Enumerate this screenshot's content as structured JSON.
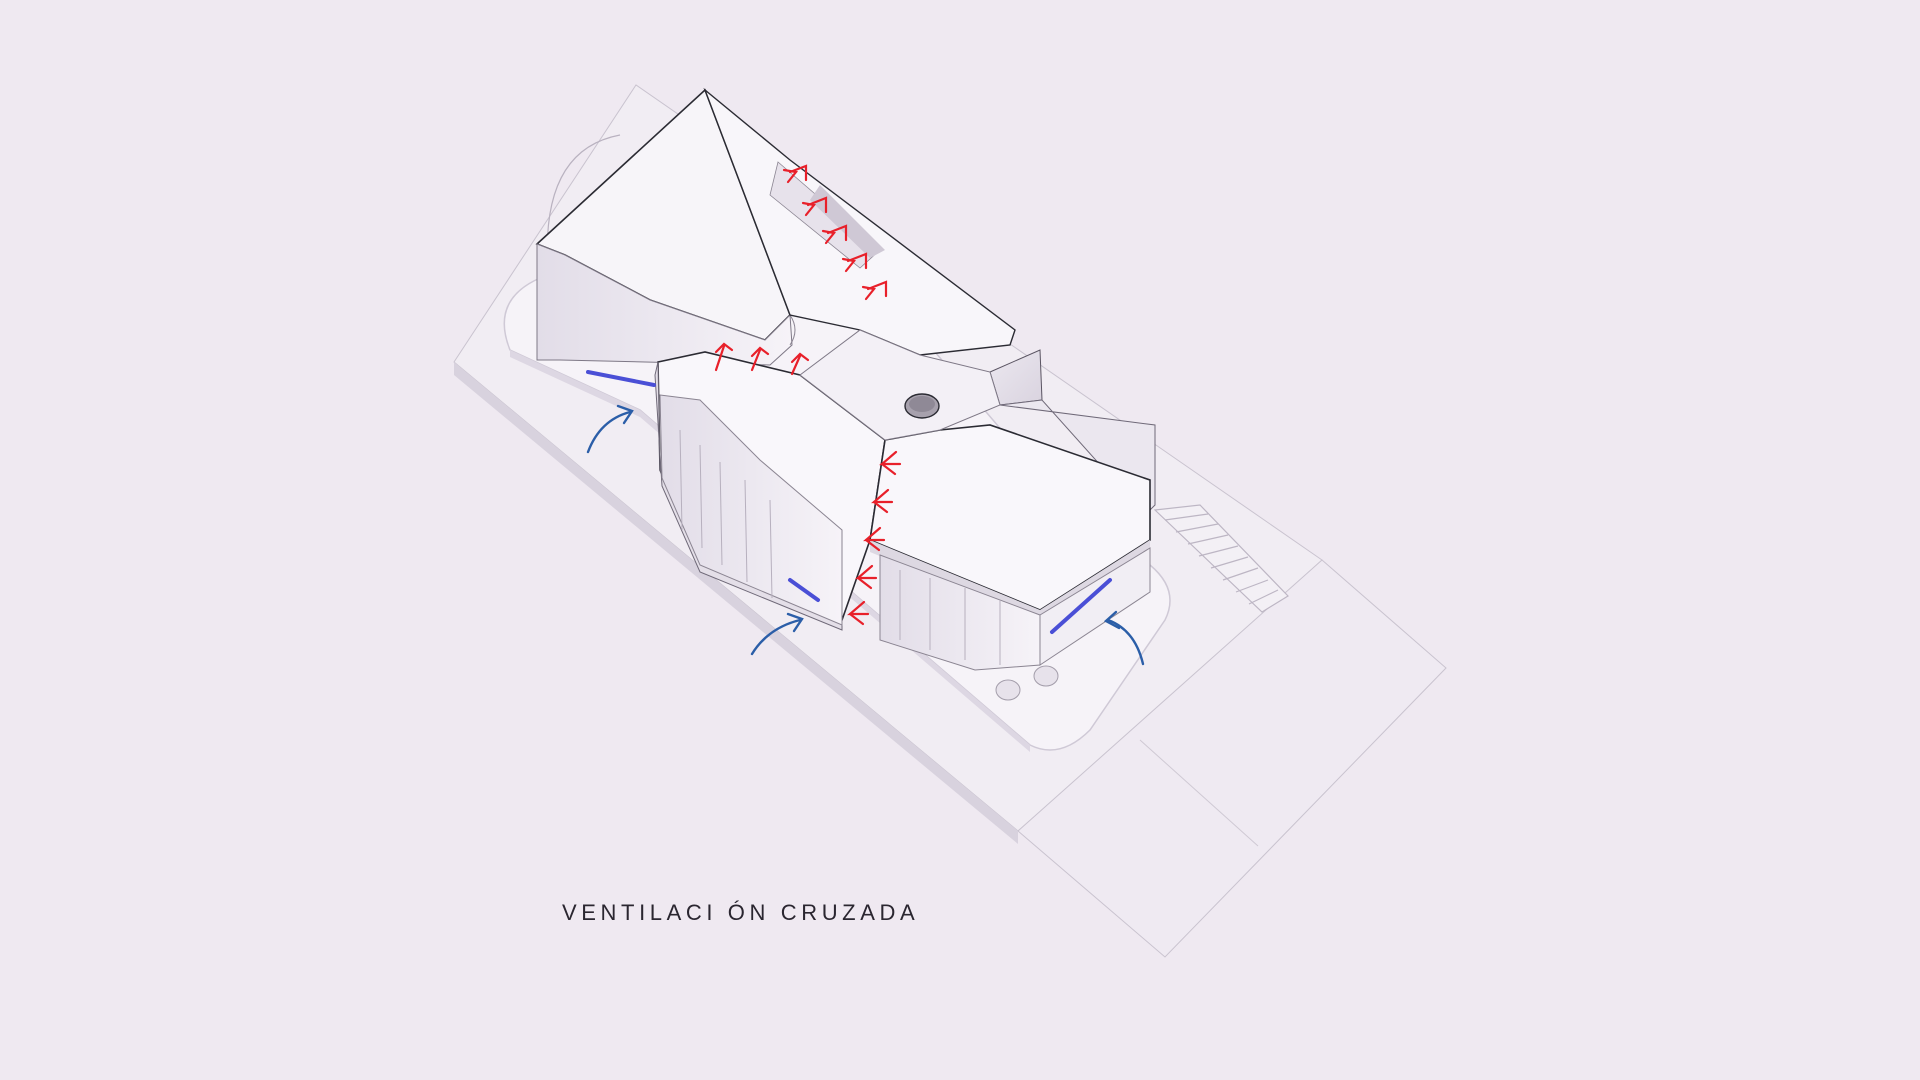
{
  "caption": "VENTILACI ÓN CRUZADA",
  "colors": {
    "background": "#efe9f1",
    "exhaust_arrow": "#e8202a",
    "intake_arrow": "#2b5ea8",
    "inlet_opening": "#4a4fd6",
    "building": "#f4f1f6",
    "outline": "#2b2b33"
  },
  "legend": {
    "exhaust_arrows": 13,
    "intake_arrows": 3,
    "inlet_openings": 3
  }
}
